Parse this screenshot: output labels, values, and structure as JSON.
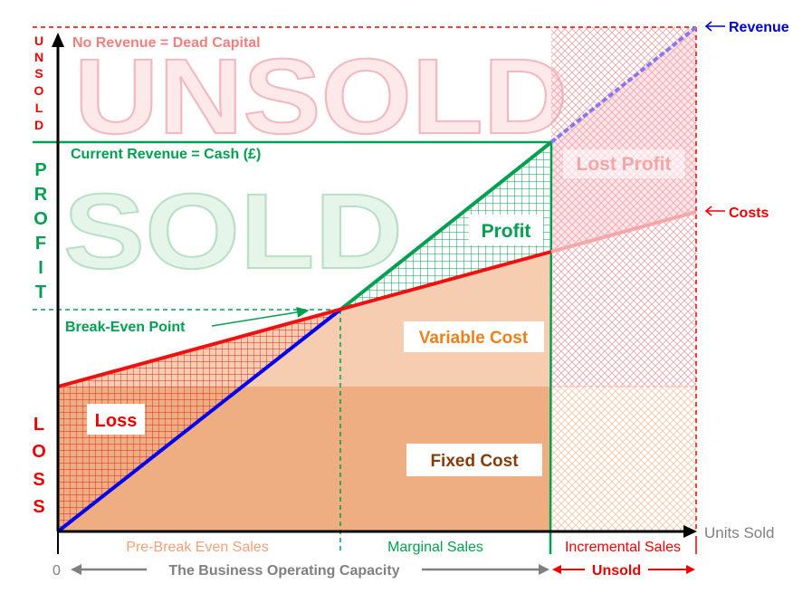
{
  "side_labels": {
    "unsold": "UNSOLD",
    "profit": "PROFIT",
    "loss": "LOSS"
  },
  "watermarks": {
    "unsold": "UNSOLD",
    "sold": "SOLD"
  },
  "annotations": {
    "no_revenue": "No Revenue = Dead Capital",
    "current_revenue": "Current Revenue = Cash (£)",
    "break_even_point": "Break-Even Point",
    "revenue": "Revenue",
    "costs": "Costs",
    "revenue_arrow_icon": "left-arrow-icon",
    "costs_arrow_icon": "left-arrow-icon"
  },
  "regions": {
    "profit": "Profit",
    "lost_profit": "Lost Profit",
    "variable_cost": "Variable Cost",
    "fixed_cost": "Fixed Cost",
    "loss": "Loss"
  },
  "axis": {
    "x_label": "Units Sold",
    "origin": "0",
    "capacity": "The Business Operating Capacity",
    "unsold": "Unsold",
    "segments": [
      "Pre-Break Even Sales",
      "Marginal Sales",
      "Incremental Sales"
    ]
  },
  "colors": {
    "revenue": "#0000ee",
    "costs": "#ee1111",
    "profit": "#00a050",
    "unsold": "#ee0000",
    "fixed_cost": "#efad82",
    "variable_cost": "#f6cdb1",
    "axis_gray": "#808080"
  }
}
